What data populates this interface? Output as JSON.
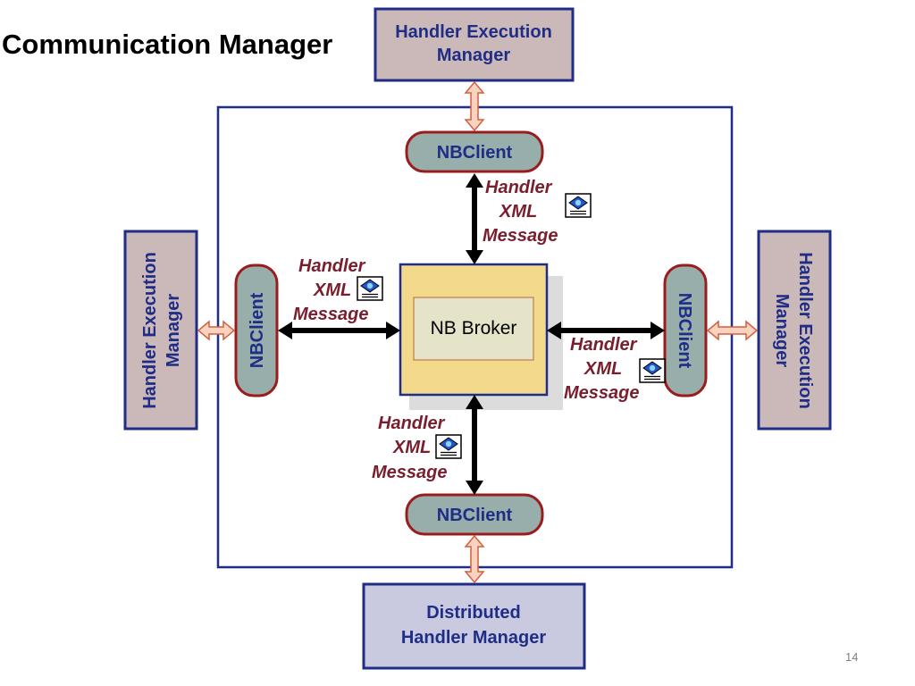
{
  "slide": {
    "title": "Communication Manager",
    "page_number": "14"
  },
  "diagram": {
    "colors": {
      "hem_fill": "#cbb8b8",
      "hem_border": "#1f2d86",
      "client_fill": "#97aeaa",
      "client_border": "#9a1d1d",
      "broker_outer": "#f2d98c",
      "broker_inner": "#e5e3c8",
      "broker_border": "#1f2d86",
      "dhm_fill": "#c9cae0",
      "text_blue": "#1f2d86",
      "text_red": "#7a1e2e",
      "frame": "#1f2d86",
      "arrow_pink": "#f9d3c0",
      "arrow_pink_border": "#d2603e"
    },
    "managers": {
      "top": [
        "Handler Execution",
        "Manager"
      ],
      "left": [
        "Handler Execution",
        "Manager"
      ],
      "right": [
        "Handler Execution",
        "Manager"
      ],
      "bottom": [
        "Distributed",
        "Handler Manager"
      ]
    },
    "client_label": "NBClient",
    "broker_label": "NB Broker",
    "message_lines": [
      "Handler",
      "XML",
      "Message"
    ],
    "message_icon": "xml-document-icon"
  }
}
